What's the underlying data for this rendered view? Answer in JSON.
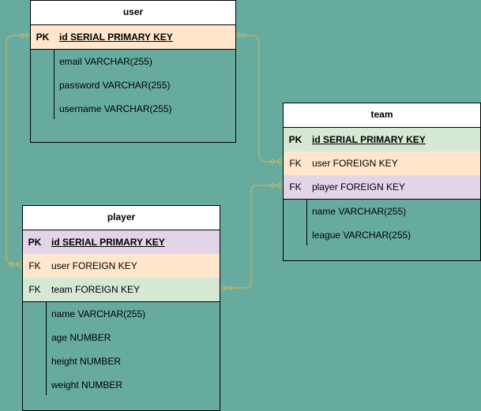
{
  "colors": {
    "background": "#67ab9f",
    "pk_fill": "#ffe6cc",
    "fk_user_fill": "#ffe6cc",
    "fk_team_fill": "#d5e8d4",
    "fk_player_fill": "#e1d5e7",
    "connector": "#d6b656"
  },
  "entities": {
    "user": {
      "title": "user",
      "pk": {
        "key": "PK",
        "field": "id SERIAL PRIMARY KEY"
      },
      "fields": [
        "email VARCHAR(255)",
        "password VARCHAR(255)",
        "username VARCHAR(255)"
      ]
    },
    "team": {
      "title": "team",
      "pk": {
        "key": "PK",
        "field": "id SERIAL PRIMARY KEY"
      },
      "fks": [
        {
          "key": "FK",
          "field": "user FOREIGN KEY"
        },
        {
          "key": "FK",
          "field": "player FOREIGN KEY"
        }
      ],
      "fields": [
        "name VARCHAR(255)",
        "league VARCHAR(255)"
      ]
    },
    "player": {
      "title": "player",
      "pk": {
        "key": "PK",
        "field": "id SERIAL PRIMARY KEY"
      },
      "fks": [
        {
          "key": "FK",
          "field": "user FOREIGN KEY"
        },
        {
          "key": "FK",
          "field": "team FOREIGN KEY"
        }
      ],
      "fields": [
        "name VARCHAR(255)",
        "age NUMBER",
        "height NUMBER",
        "weight NUMBER"
      ]
    }
  }
}
